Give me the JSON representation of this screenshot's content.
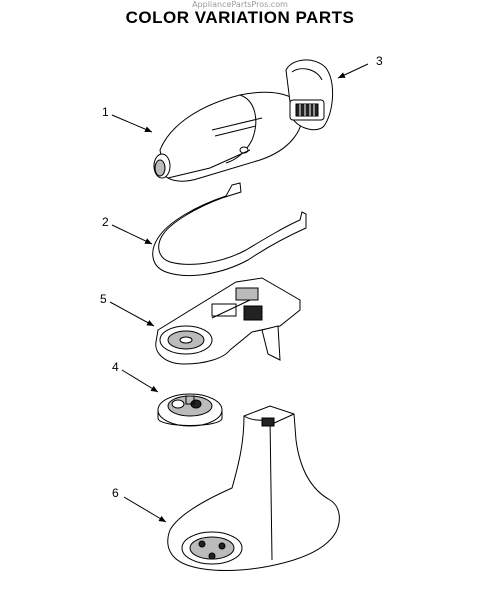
{
  "watermark": "AppliancePartsPros.com",
  "title": "COLOR VARIATION PARTS",
  "callouts": [
    {
      "id": "1",
      "label": "1"
    },
    {
      "id": "2",
      "label": "2"
    },
    {
      "id": "3",
      "label": "3"
    },
    {
      "id": "4",
      "label": "4"
    },
    {
      "id": "5",
      "label": "5"
    },
    {
      "id": "6",
      "label": "6"
    }
  ]
}
